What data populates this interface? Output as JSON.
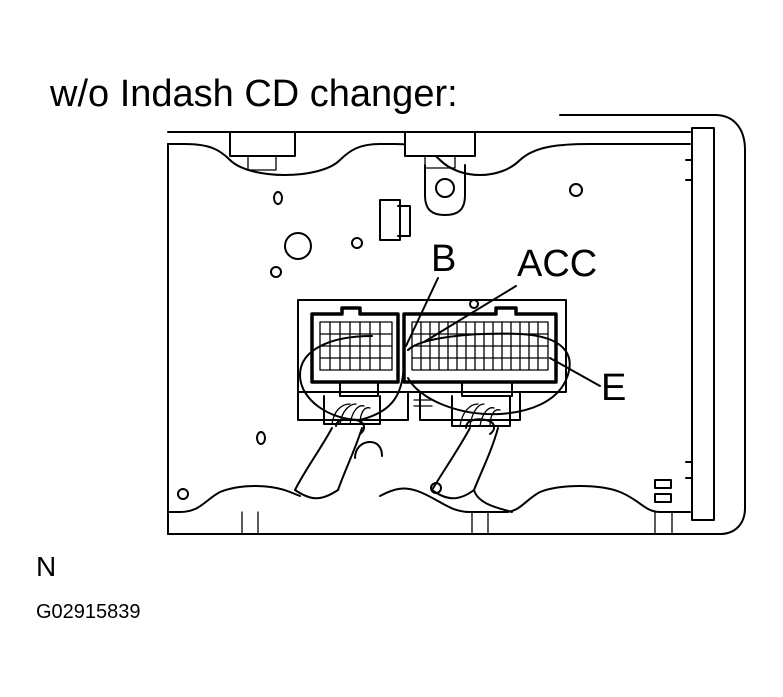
{
  "title": "w/o Indash CD changer:",
  "callouts": {
    "b": "B",
    "acc": "ACC",
    "e": "E"
  },
  "footnote": "N",
  "figure_id": "G02915839"
}
